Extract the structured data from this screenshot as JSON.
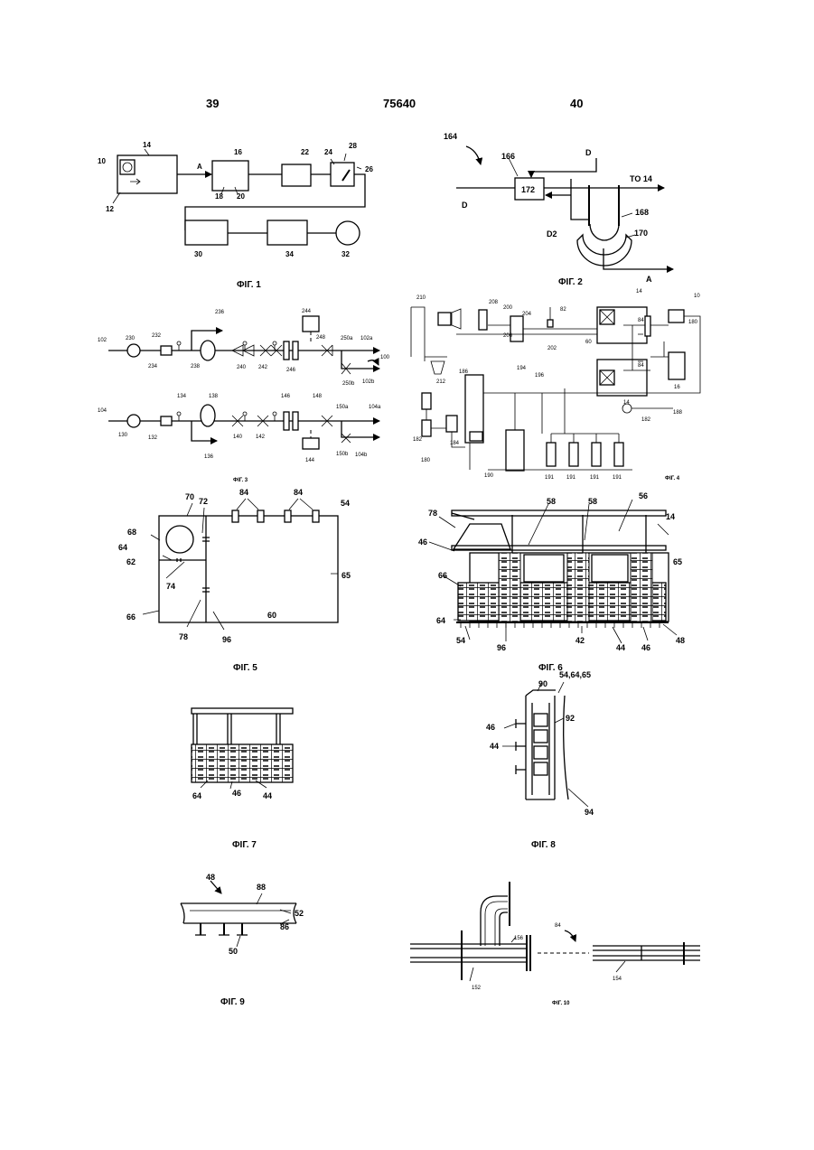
{
  "header": {
    "left_page": "39",
    "patent_number": "75640",
    "right_page": "40"
  },
  "fig1": {
    "caption": "ФІГ. 1",
    "labels": [
      "14",
      "10",
      "12",
      "A",
      "16",
      "18",
      "20",
      "22",
      "24",
      "28",
      "26",
      "30",
      "34",
      "32"
    ]
  },
  "fig2": {
    "caption": "ФІГ. 2",
    "labels": [
      "164",
      "166",
      "D",
      "TO 14",
      "172",
      "D",
      "168",
      "D2",
      "170",
      "A"
    ]
  },
  "fig3": {
    "caption": "ФІГ. 3",
    "labels": [
      "236",
      "244",
      "102",
      "230",
      "232",
      "234",
      "238",
      "240",
      "242",
      "246",
      "248",
      "250a",
      "102a",
      "250b",
      "102b",
      "100",
      "104",
      "130",
      "132",
      "134",
      "138",
      "136",
      "140",
      "142",
      "146",
      "144",
      "148",
      "150a",
      "104a",
      "150b",
      "104b"
    ]
  },
  "fig4": {
    "caption": "ФІГ. 4",
    "labels": [
      "210",
      "208",
      "200",
      "204",
      "82",
      "14",
      "10",
      "60",
      "84",
      "180",
      "206",
      "202",
      "212",
      "84",
      "16",
      "14",
      "196",
      "194",
      "186",
      "182",
      "188",
      "182",
      "184",
      "180",
      "190",
      "191",
      "191",
      "191",
      "191"
    ]
  },
  "fig5": {
    "caption": "ФІГ. 5",
    "labels": [
      "70",
      "72",
      "84",
      "84",
      "54",
      "68",
      "64",
      "62",
      "74",
      "65",
      "66",
      "78",
      "96",
      "60"
    ]
  },
  "fig6": {
    "caption": "ФІГ. 6",
    "labels": [
      "58",
      "58",
      "56",
      "14",
      "78",
      "46",
      "65",
      "66",
      "64",
      "54",
      "96",
      "42",
      "44",
      "46",
      "48"
    ]
  },
  "fig7": {
    "caption": "ФІГ. 7",
    "labels": [
      "64",
      "46",
      "44"
    ]
  },
  "fig8": {
    "caption": "ФІГ. 8",
    "labels": [
      "54,64,65",
      "90",
      "92",
      "46",
      "44",
      "94"
    ]
  },
  "fig9": {
    "caption": "ФІГ. 9",
    "labels": [
      "48",
      "88",
      "52",
      "86",
      "50"
    ]
  },
  "fig10": {
    "caption": "ФІГ. 10",
    "labels": [
      "84",
      "156",
      "152",
      "154"
    ]
  }
}
